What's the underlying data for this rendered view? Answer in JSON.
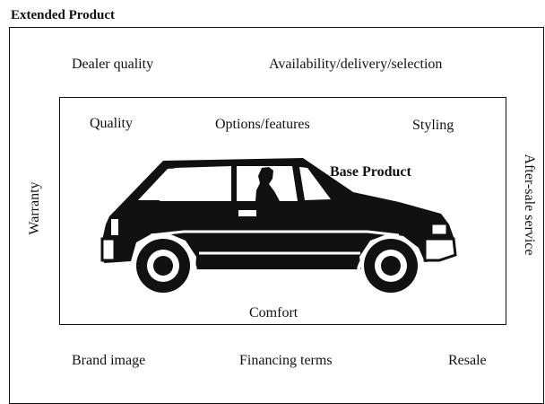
{
  "title": "Extended Product",
  "outer": {
    "top_left": "Dealer quality",
    "top_right": "Availability/delivery/selection",
    "left": "Warranty",
    "right": "After-sale service",
    "bottom_left": "Brand image",
    "bottom_center": "Financing terms",
    "bottom_right": "Resale"
  },
  "inner": {
    "top_left": "Quality",
    "top_center": "Options/features",
    "top_right": "Styling",
    "base": "Base Product",
    "bottom": "Comfort"
  },
  "colors": {
    "ink": "#111111",
    "background": "#ffffff"
  }
}
